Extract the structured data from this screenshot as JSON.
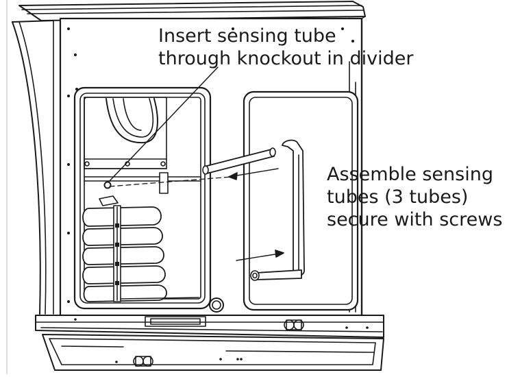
{
  "callouts": {
    "insert_tube": {
      "line1": "Insert sensing tube",
      "line2": "through knockout in divider"
    },
    "assemble_tubes": {
      "line1": "Assemble sensing",
      "line2": "tubes (3 tubes)",
      "line3": "secure with screws"
    }
  },
  "colors": {
    "line": "#1a1a1a",
    "background": "#ffffff",
    "frame_rule": "#bdbdbd"
  }
}
